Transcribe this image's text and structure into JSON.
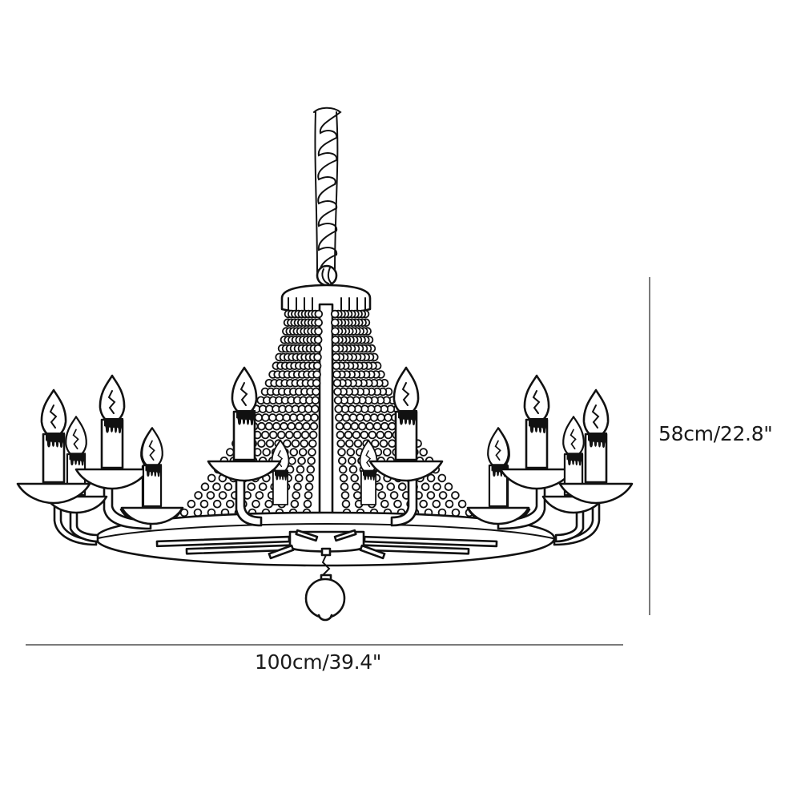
{
  "drawing": {
    "subject": "chandelier-line-drawing",
    "arms": 12,
    "features": [
      "twisted-chain",
      "round-canopy",
      "beaded-crystal-strands",
      "candle-bulbs",
      "ring-frame",
      "ball-finial"
    ]
  },
  "dimensions": {
    "width": {
      "label": "100cm/39.4\"",
      "cm": 100,
      "inch": 39.4
    },
    "height": {
      "label": "58cm/22.8\"",
      "cm": 58,
      "inch": 22.8
    }
  },
  "colors": {
    "line": "#111111",
    "dimension_line": "#7a7a7a",
    "text": "#1a1a1a",
    "background": "#ffffff"
  }
}
